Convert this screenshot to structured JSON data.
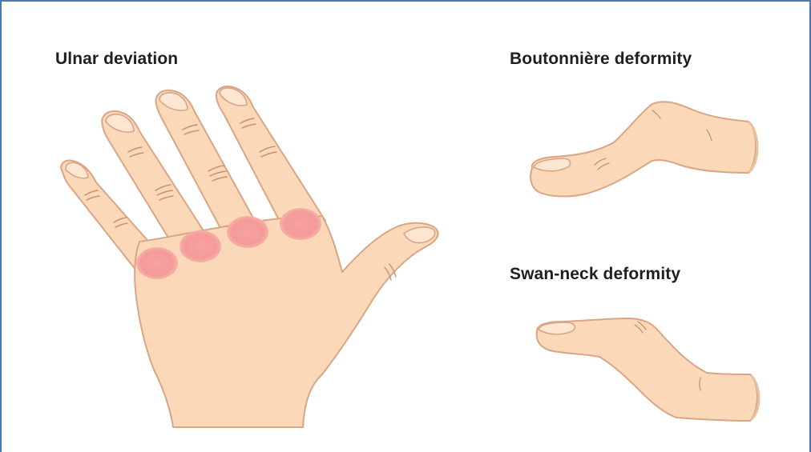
{
  "labels": {
    "ulnar": "Ulnar deviation",
    "boutonniere": "Boutonnière deformity",
    "swan_neck": "Swan-neck deformity"
  },
  "colors": {
    "frame_border": "#4a78b6",
    "skin": "#fbd8b8",
    "skin_outline": "#d9a585",
    "crease": "#c98f73",
    "nail": "#fde6d2",
    "inflamed_joint": "#f59a9a"
  }
}
